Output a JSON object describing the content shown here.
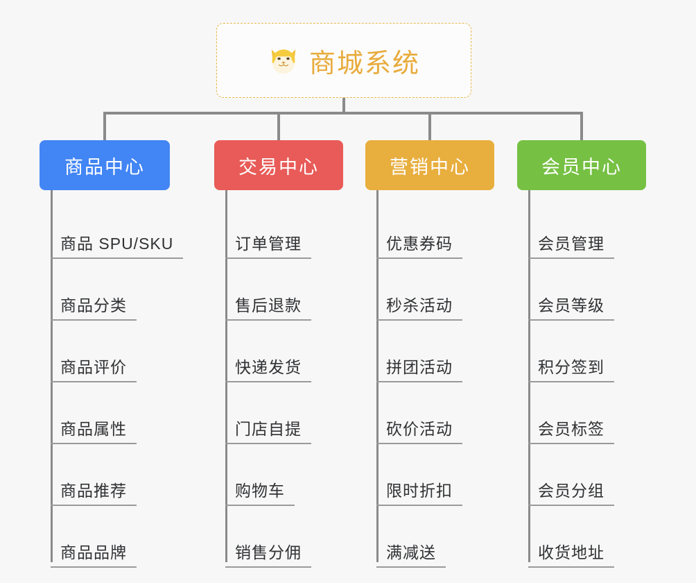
{
  "root": {
    "title": "商城系统",
    "icon": "dog-face-emoji",
    "border_color": "#e8b84b",
    "text_color": "#e8ab3c"
  },
  "theme": {
    "background": "#f7f7f7",
    "connector_color": "#8a8a8a",
    "item_text_color": "#303133",
    "item_rule_color": "#9a9a9a"
  },
  "columns": [
    {
      "label": "商品中心",
      "color": "#4285f4",
      "items": [
        "商品 SPU/SKU",
        "商品分类",
        "商品评价",
        "商品属性",
        "商品推荐",
        "商品品牌"
      ]
    },
    {
      "label": "交易中心",
      "color": "#e85b58",
      "items": [
        "订单管理",
        "售后退款",
        "快递发货",
        "门店自提",
        "购物车",
        "销售分佣"
      ]
    },
    {
      "label": "营销中心",
      "color": "#e8ae3e",
      "items": [
        "优惠券码",
        "秒杀活动",
        "拼团活动",
        "砍价活动",
        "限时折扣",
        "满减送"
      ]
    },
    {
      "label": "会员中心",
      "color": "#76c043",
      "items": [
        "会员管理",
        "会员等级",
        "积分签到",
        "会员标签",
        "会员分组",
        "收货地址"
      ]
    }
  ]
}
